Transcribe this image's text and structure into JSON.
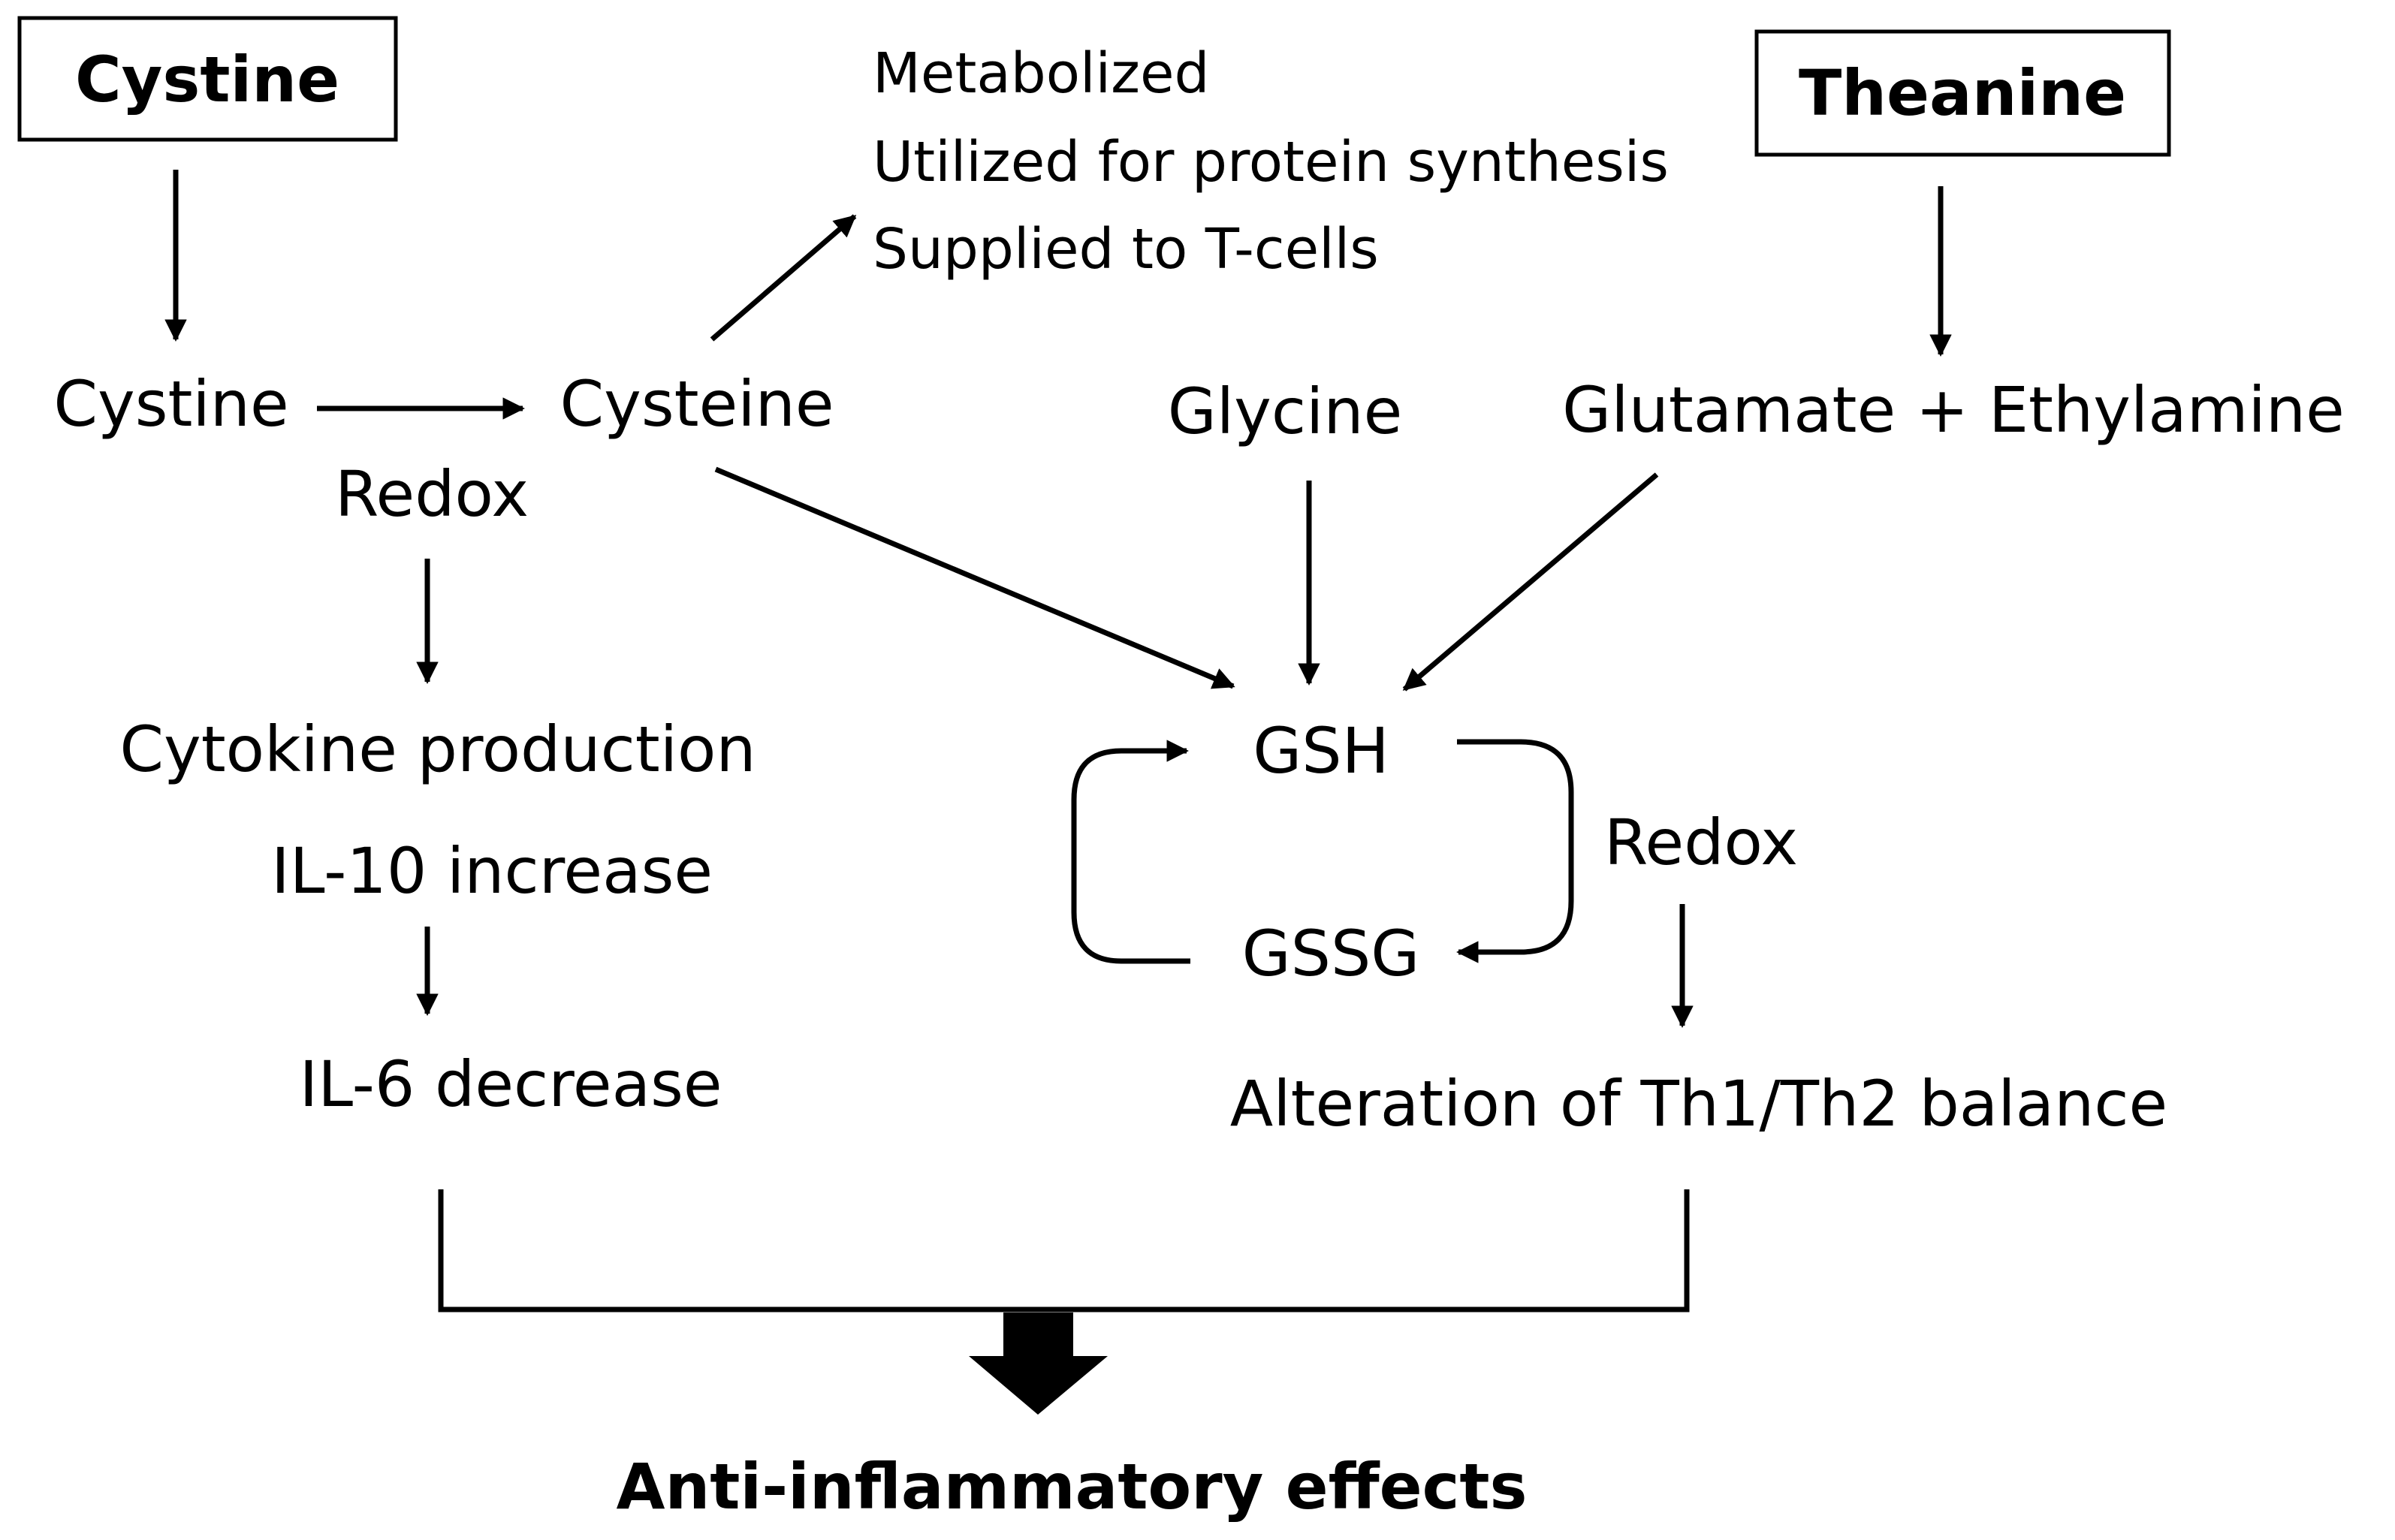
{
  "nodes": {
    "cystine_box": "Cystine",
    "theanine_box": "Theanine",
    "cystine": "Cystine",
    "cysteine": "Cysteine",
    "redox_left": "Redox",
    "metabolized": "Metabolized",
    "protein_synthesis": "Utilized for protein synthesis",
    "t_cells": "Supplied to T-cells",
    "glycine": "Glycine",
    "glutamate_ethylamine": "Glutamate + Ethylamine",
    "cytokine_production": "Cytokine production",
    "il10": "IL-10 increase",
    "il6": "IL-6 decrease",
    "gsh": "GSH",
    "gssg": "GSSG",
    "redox_right": "Redox",
    "th_balance": "Alteration of Th1/Th2 balance",
    "outcome": "Anti-inflammatory effects"
  },
  "colors": {
    "ink": "#000000",
    "background": "#ffffff"
  }
}
